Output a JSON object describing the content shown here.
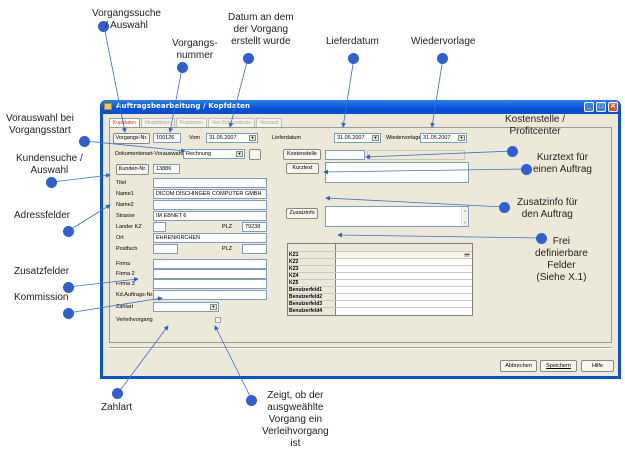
{
  "window": {
    "title": "Auftragsbearbeitung / Kopfdaten",
    "controls": {
      "minimize": "_",
      "maximize": "□",
      "close": "✕"
    }
  },
  "tabs": [
    {
      "label": "Kopfdaten",
      "active": true
    },
    {
      "label": "Modalitäten",
      "active": false
    },
    {
      "label": "Positionen",
      "active": false
    },
    {
      "label": "Vor-/Schlusstexte",
      "active": false
    },
    {
      "label": "Versand",
      "active": false
    }
  ],
  "form": {
    "vorgang_button": "Vorgangs-Nr.",
    "vorgang_nr": "100126",
    "vom_label": "Vom",
    "vom_date": "31.05.2007",
    "dokumentenart_label": "Dokumentenart-Vorauswahl",
    "dokumentenart_value": "Rechnung",
    "kunden_button": "Kunden-Nr.",
    "kunden_nr": "13886",
    "titel_label": "Titel",
    "titel_value": "",
    "name1_label": "Name1",
    "name1_value": "DICOM DISCHINGER COMPUTER GMBH",
    "name2_label": "Name2",
    "name2_value": "",
    "strasse_label": "Strasse",
    "strasse_value": "IM EBNET 6",
    "laender_label": "Lander KZ",
    "laender_value": "",
    "plz_label": "PLZ",
    "plz_value": "79238",
    "ort_label": "Ort",
    "ort_value": "EHRENKIRCHEN",
    "postfach_label": "Postfach",
    "postfach_value": "",
    "postfach_plz_label": "PLZ",
    "postfach_plz_value": "",
    "firma_label": "Firma",
    "firma2_label": "Firma 2",
    "firma3_label": "Firma 3",
    "kdauftrag_label": "Kd.Auftrags-Nr.",
    "zahlart_label": "Zahlart",
    "zahlart_value": "",
    "verleih_label": "Verleihvorgang",
    "verleih_checked": false,
    "lieferdatum_label": "Lieferdatum",
    "lieferdatum_value": "31.05.2007",
    "wiedervorlage_label": "Wiedervorlage",
    "wiedervorlage_value": "31.05.2007",
    "kostenstelle_button": "Kostenstelle",
    "kostenstelle_value": "",
    "kurztext_button": "Kurztext",
    "zusatzinfo_button": "Zusatzinfo"
  },
  "grid": {
    "rows": [
      "KZ1",
      "KZ2",
      "KZ3",
      "KZ4",
      "KZ5",
      "Benutzerfeld1",
      "Benutzerfeld2",
      "Benutzerfeld3",
      "Benutzerfeld4"
    ]
  },
  "footer": {
    "cancel": "Abbrechen",
    "save": "Speichern",
    "help": "Hilfe"
  },
  "annotations": {
    "vorgangssuche": "Vorgangssuche\n/ Auswahl",
    "vorgangsnummer": "Vorgangs-\nnummer",
    "datum": "Datum an dem\nder Vorgang\nerstellt wurde",
    "lieferdatum": "Lieferdatum",
    "wiedervorlage": "Wiedervorlage",
    "vorauswahl": "Vorauswahl bei\nVorgangsstart",
    "kundensuche": "Kundensuche /\nAuswahl",
    "adressfelder": "Adressfelder",
    "zusatzfelder": "Zusatzfelder",
    "kommission": "Kommission",
    "kostenstelle": "Kostenstelle /\nProfitcenter",
    "kurztext": "Kurztext für\neinen Auftrag",
    "zusatzinfo": "Zusatzinfo für\nden Auftrag",
    "freifelder": "Frei\ndefinierbare\nFelder\n(Siehe X.1)",
    "zahlart": "Zahlart",
    "verleih": "Zeigt, ob der\nausgweählte\nVorgang ein\nVerleihvorgang\nist"
  }
}
